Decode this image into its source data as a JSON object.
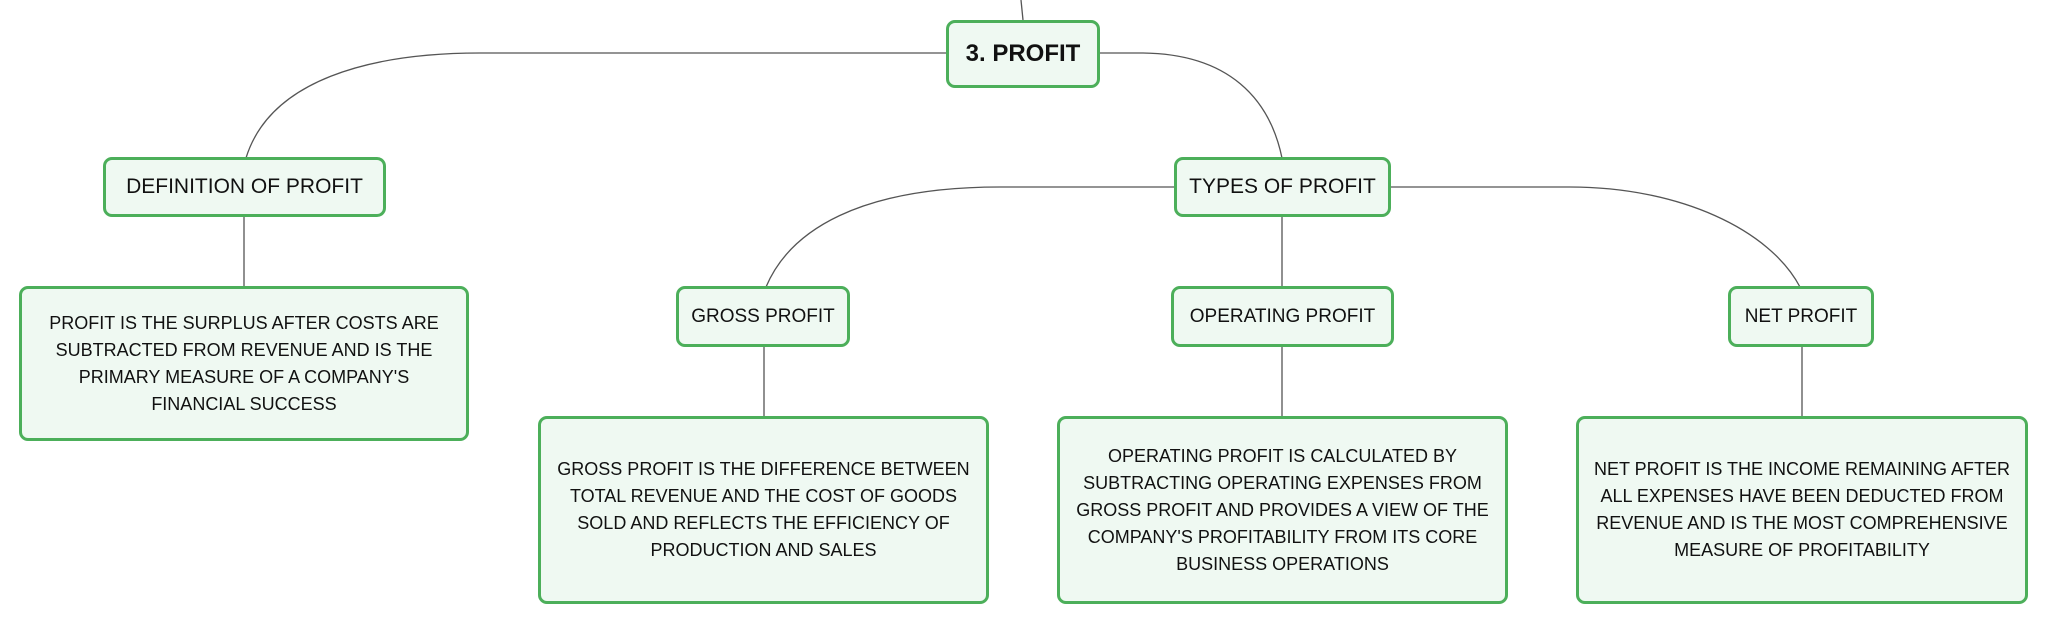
{
  "mindmap": {
    "root": {
      "label": "3. PROFIT"
    },
    "definition": {
      "label": "DEFINITION OF PROFIT",
      "detail": "PROFIT IS THE SURPLUS AFTER COSTS ARE SUBTRACTED FROM REVENUE AND IS THE PRIMARY MEASURE OF A COMPANY'S FINANCIAL SUCCESS"
    },
    "types": {
      "label": "TYPES OF PROFIT",
      "children": [
        {
          "label": "GROSS PROFIT",
          "detail": "GROSS PROFIT IS THE DIFFERENCE BETWEEN TOTAL REVENUE AND THE COST OF GOODS SOLD AND REFLECTS THE EFFICIENCY OF PRODUCTION AND SALES"
        },
        {
          "label": "OPERATING PROFIT",
          "detail": "OPERATING PROFIT IS CALCULATED BY SUBTRACTING OPERATING EXPENSES FROM GROSS PROFIT AND PROVIDES A VIEW OF THE COMPANY'S PROFITABILITY FROM ITS CORE BUSINESS OPERATIONS"
        },
        {
          "label": "NET PROFIT",
          "detail": "NET PROFIT IS THE INCOME REMAINING AFTER ALL EXPENSES HAVE BEEN DEDUCTED FROM REVENUE AND IS THE MOST COMPREHENSIVE MEASURE OF PROFITABILITY"
        }
      ]
    }
  },
  "colors": {
    "node_border": "#4caf5a",
    "node_fill": "#eff9f2",
    "connector": "#555555",
    "text": "#111111"
  }
}
